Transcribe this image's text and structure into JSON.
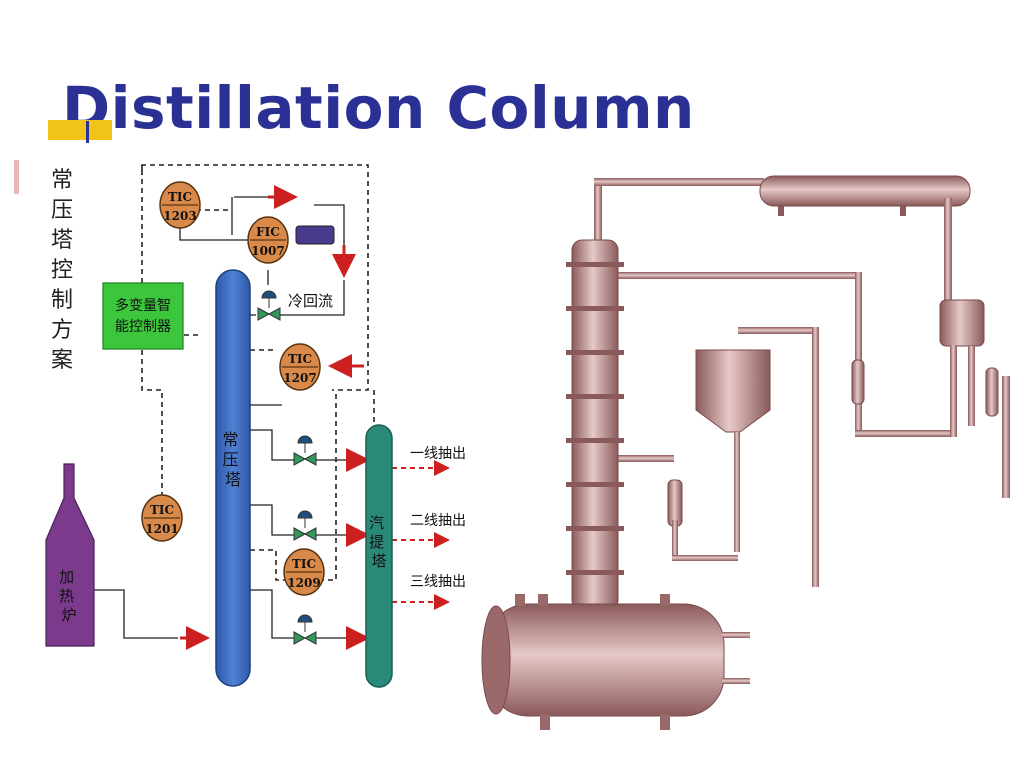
{
  "slide": {
    "title": "Distillation Column",
    "vertical_title": "常压塔控制方案"
  },
  "scheme": {
    "controller_box": [
      "多变量智",
      "能控制器"
    ],
    "instruments": [
      {
        "id": "tic1203",
        "tag": "TIC",
        "num": "1203"
      },
      {
        "id": "fic1007",
        "tag": "FIC",
        "num": "1007"
      },
      {
        "id": "tic1207",
        "tag": "TIC",
        "num": "1207"
      },
      {
        "id": "tic1201",
        "tag": "TIC",
        "num": "1201"
      },
      {
        "id": "tic1209",
        "tag": "TIC",
        "num": "1209"
      }
    ],
    "cold_reflux": "冷回流",
    "furnace": "加热炉",
    "main_column": "常压塔",
    "stripper": "汽提塔",
    "draws": [
      "一线抽出",
      "二线抽出",
      "三线抽出"
    ]
  },
  "colors": {
    "title": "#2b3094",
    "column": "#3f6fc2",
    "stripper": "#2a8a7a",
    "furnace": "#7b3a8c",
    "controller": "#3cc63c",
    "instrument": "#d98a4a",
    "arrow": "#cc1f1f",
    "pipe_3d": "#a87878"
  }
}
